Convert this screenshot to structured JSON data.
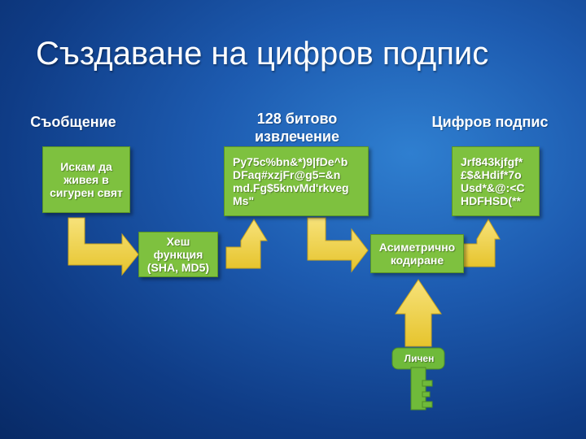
{
  "slide": {
    "title": "Създаване на цифров подпис"
  },
  "labels": {
    "message": "Съобщение",
    "extraction": "128 битово\nизвлечение",
    "signature": "Цифров подпис"
  },
  "boxes": {
    "message_text": "Искам да\nживея в\nсигурен свят",
    "digest_text": "Py75c%bn&*)9|fDe^b\nDFaq#xzjFr@g5=&n\nmd.Fg$5knvMd'rkveg\nMs\"",
    "signature_text": "Jrf843kjfgf*\n£$&Hdif*7o\nUsd*&@:<C\nHDFHSD(**",
    "hash_text": "Хеш\nфункция\n(SHA, MD5)",
    "encrypt_text": "Асиметрично\nкодиране"
  },
  "key": {
    "label": "Личен",
    "color": "#6fba3a"
  },
  "colors": {
    "box_fill": "#7ec13f",
    "arrow_fill": "#f2d64b",
    "background": "#1d5bb0"
  }
}
